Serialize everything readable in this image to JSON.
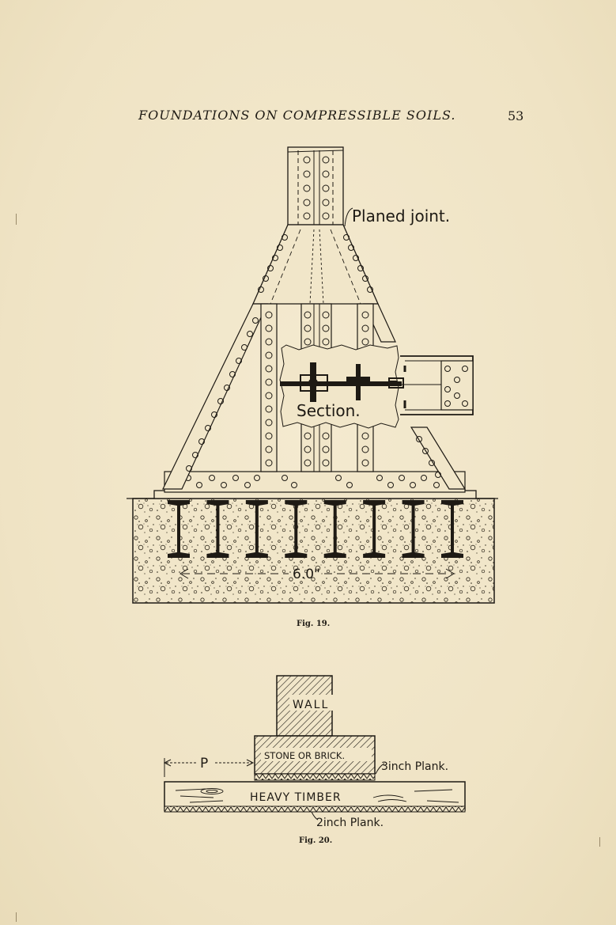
{
  "header": {
    "running_title": "FOUNDATIONS ON COMPRESSIBLE SOILS.",
    "page_number": "53"
  },
  "figure19": {
    "caption": "Fig. 19.",
    "label_planed_joint": "Planed joint.",
    "label_section": "Section.",
    "label_dimension": "6.0\"",
    "beam_count": 8
  },
  "figure20": {
    "caption": "Fig. 20.",
    "label_wall": "WALL",
    "label_stone": "STONE OR BRICK.",
    "label_p": "P",
    "label_3inch": "3inch Plank.",
    "label_timber": "HEAVY TIMBER",
    "label_2inch": "2inch Plank."
  }
}
